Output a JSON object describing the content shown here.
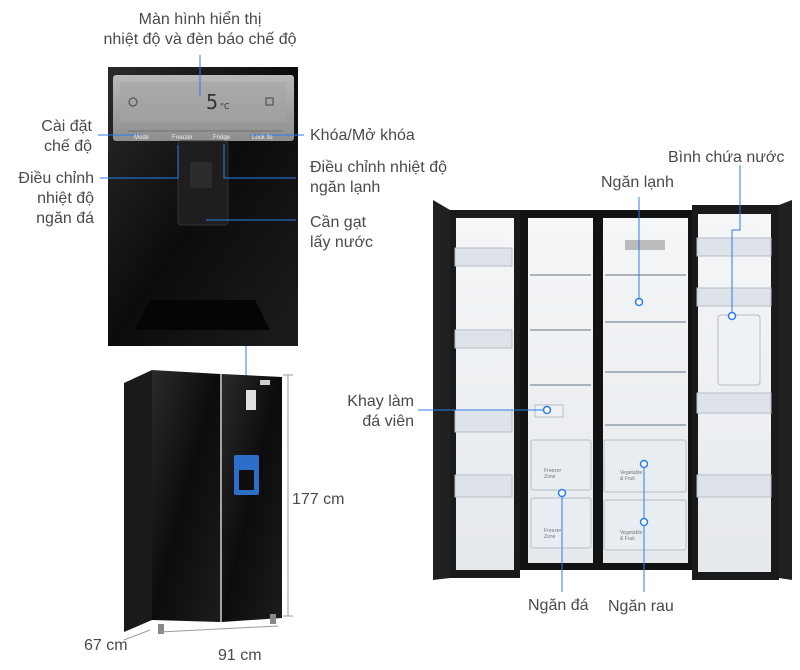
{
  "callouts": {
    "display": [
      "Màn hình hiển thị",
      "nhiệt độ và đèn báo chế độ"
    ],
    "mode": [
      "Cài đặt",
      "chế độ"
    ],
    "freezer_temp": [
      "Điều chỉnh",
      "nhiệt độ",
      "ngăn đá"
    ],
    "lock": "Khóa/Mở khóa",
    "fridge_temp": [
      "Điều chỉnh nhiệt độ",
      "ngăn lạnh"
    ],
    "lever": [
      "Cần gạt",
      "lấy nước"
    ],
    "water_tank": "Bình chứa nước",
    "fridge_compartment": "Ngăn lạnh",
    "ice_tray": [
      "Khay làm",
      "đá viên"
    ],
    "freezer_compartment": "Ngăn đá",
    "crisper": "Ngăn rau"
  },
  "panel": {
    "temp_display": "5",
    "temp_unit": "°C",
    "buttons": [
      "Mode",
      "Freezer",
      "Fridge",
      "Lock 3s"
    ]
  },
  "drawers": {
    "freezer_label": [
      "Freezer",
      "Zone"
    ],
    "veg_label": [
      "Vegetable",
      "& Fruit"
    ]
  },
  "dimensions": {
    "height": "177 cm",
    "depth": "67 cm",
    "width": "91 cm"
  },
  "colors": {
    "callout_line": "#2b7de9",
    "fridge_body": "#111111"
  }
}
